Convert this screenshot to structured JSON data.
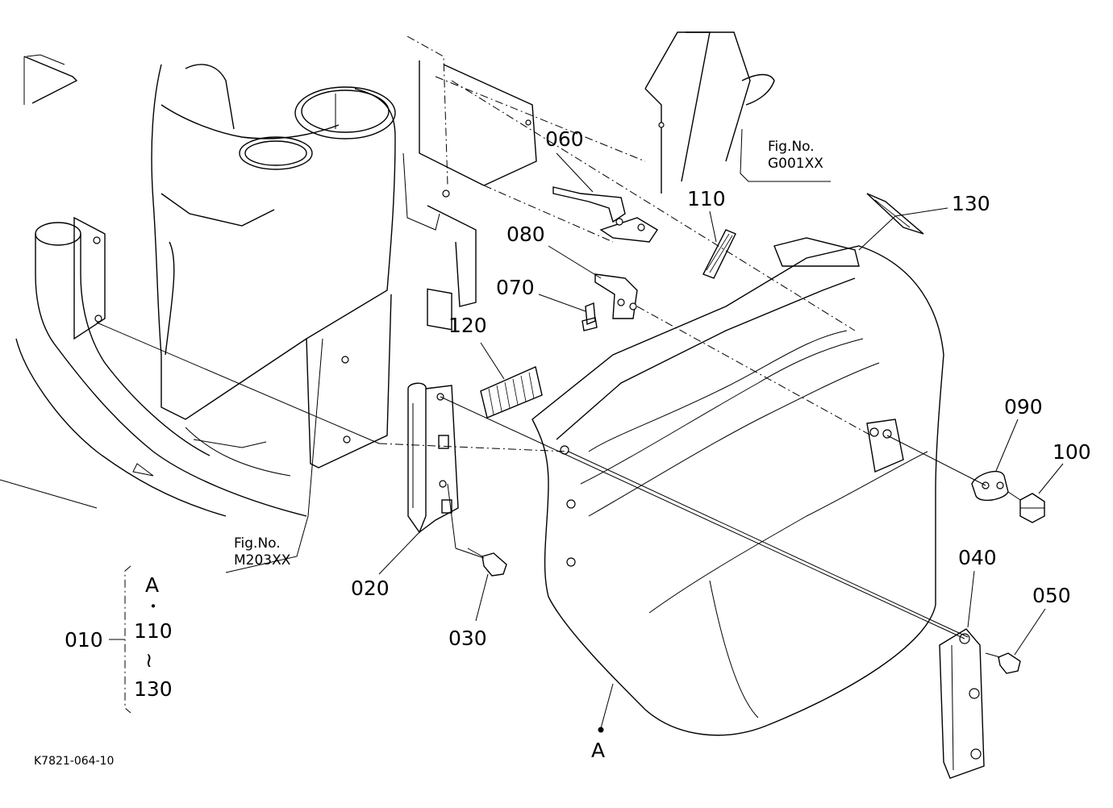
{
  "diagram": {
    "parts": [
      {
        "id": "010",
        "label": "010"
      },
      {
        "id": "020",
        "label": "020"
      },
      {
        "id": "030",
        "label": "030"
      },
      {
        "id": "040",
        "label": "040"
      },
      {
        "id": "050",
        "label": "050"
      },
      {
        "id": "060",
        "label": "060"
      },
      {
        "id": "070",
        "label": "070"
      },
      {
        "id": "080",
        "label": "080"
      },
      {
        "id": "090",
        "label": "090"
      },
      {
        "id": "100",
        "label": "100"
      },
      {
        "id": "110",
        "label": "110"
      },
      {
        "id": "120",
        "label": "120"
      },
      {
        "id": "130",
        "label": "130"
      }
    ],
    "assembly_bracket": {
      "lines": [
        "A",
        "・",
        "110",
        "≀",
        "130"
      ]
    },
    "marker_A": "A",
    "fig_refs": [
      {
        "line1": "Fig.No.",
        "line2": "G001XX"
      },
      {
        "line1": "Fig.No.",
        "line2": "M203XX"
      }
    ],
    "drawing_code": "K7821-064-10"
  }
}
